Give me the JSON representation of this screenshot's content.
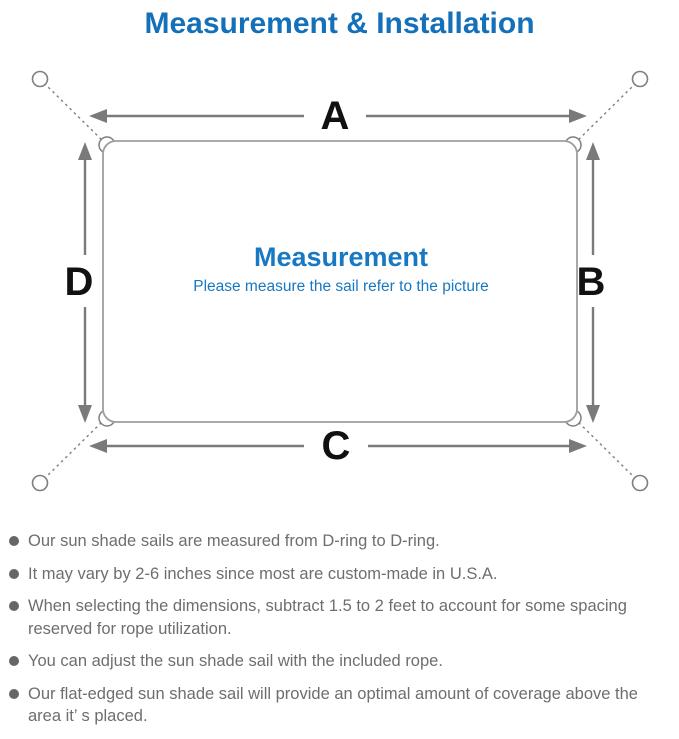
{
  "title": "Measurement & Installation",
  "diagram": {
    "center_heading": "Measurement",
    "center_subtitle": "Please measure the sail refer to the picture",
    "dimension_labels": {
      "top": "A",
      "right": "B",
      "bottom": "C",
      "left": "D"
    },
    "colors": {
      "title_blue": "#1470B8",
      "center_text_blue": "#1878C2",
      "arrow_gray": "#7a7a7a",
      "sail_border_gray": "#9e9e9e",
      "label_black": "#111111"
    }
  },
  "notes": {
    "items": [
      "Our sun shade sails are measured from D-ring to D-ring.",
      "It may vary by 2-6 inches since most are custom-made in U.S.A.",
      "When selecting the dimensions, subtract 1.5 to 2 feet to account for some spacing reserved for rope utilization.",
      "You can adjust the sun shade sail with the included rope.",
      "Our flat-edged sun shade sail will provide an optimal amount of coverage above the area it’ s placed."
    ]
  }
}
